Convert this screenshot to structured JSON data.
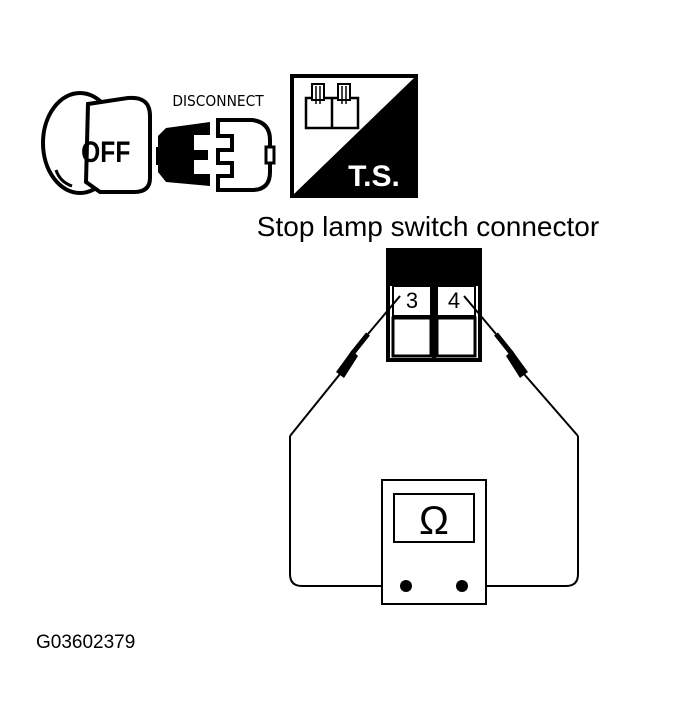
{
  "icons": {
    "ignition_key_text": "OFF",
    "disconnect_label": "DISCONNECT",
    "ts_label": "T.S."
  },
  "connector": {
    "title": "Stop lamp switch connector",
    "terminals": [
      "3",
      "4"
    ]
  },
  "meter": {
    "symbol": "Ω"
  },
  "figure_id": "G03602379",
  "colors": {
    "ink": "#000000",
    "paper": "#ffffff"
  }
}
